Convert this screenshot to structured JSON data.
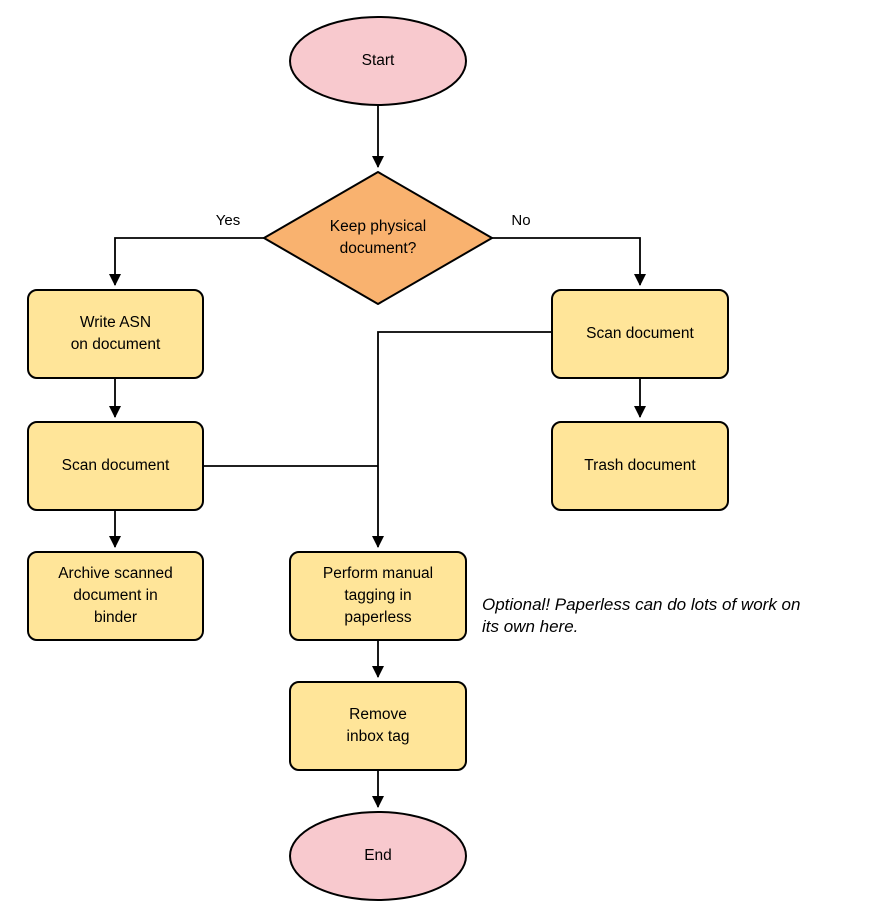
{
  "diagram": {
    "nodes": {
      "start": {
        "lines": [
          "Start"
        ]
      },
      "decision": {
        "lines": [
          "Keep physical",
          "document?"
        ]
      },
      "write_asn": {
        "lines": [
          "Write ASN",
          "on document"
        ]
      },
      "scan_left": {
        "lines": [
          "Scan document"
        ]
      },
      "archive": {
        "lines": [
          "Archive scanned",
          "document in",
          "binder"
        ]
      },
      "scan_right": {
        "lines": [
          "Scan document"
        ]
      },
      "trash": {
        "lines": [
          "Trash document"
        ]
      },
      "tagging": {
        "lines": [
          "Perform manual",
          "tagging in",
          "paperless"
        ]
      },
      "remove_inbox": {
        "lines": [
          "Remove",
          "inbox tag"
        ]
      },
      "end": {
        "lines": [
          "End"
        ]
      }
    },
    "edge_labels": {
      "yes": "Yes",
      "no": "No"
    },
    "annotation": {
      "lines": [
        "Optional! Paperless can do lots of work on",
        "its own here."
      ]
    },
    "colors": {
      "terminal_fill": "#F8C9CE",
      "decision_fill": "#F9B26F",
      "process_fill": "#FFE599",
      "stroke": "#000000",
      "background": "#FFFFFF"
    }
  }
}
